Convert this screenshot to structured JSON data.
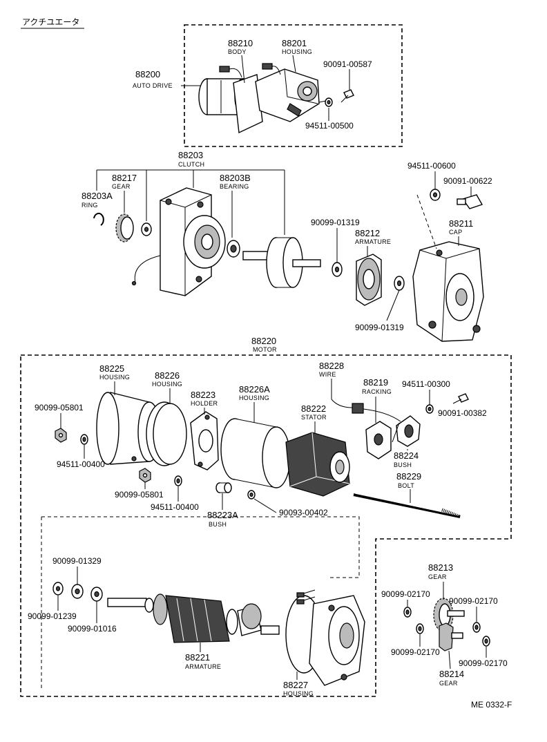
{
  "title": "アクチユエータ",
  "figure_code": "ME 0332-F",
  "labels": {
    "p88200": {
      "num": "88200",
      "name": "AUTO DRIVE"
    },
    "p88210": {
      "num": "88210",
      "name": "BODY"
    },
    "p88201": {
      "num": "88201",
      "name": "HOUSING"
    },
    "p90091_00587": {
      "num": "90091-00587"
    },
    "p94511_00500": {
      "num": "94511-00500"
    },
    "p88203": {
      "num": "88203",
      "name": "CLUTCH"
    },
    "p88217": {
      "num": "88217",
      "name": "GEAR"
    },
    "p88203A": {
      "num": "88203A",
      "name": "RING"
    },
    "p88203B": {
      "num": "88203B",
      "name": "BEARING"
    },
    "p94511_00600": {
      "num": "94511-00600"
    },
    "p90091_00622": {
      "num": "90091-00622"
    },
    "p90099_01319a": {
      "num": "90099-01319"
    },
    "p88212": {
      "num": "88212",
      "name": "ARMATURE"
    },
    "p88211": {
      "num": "88211",
      "name": "CAP"
    },
    "p90099_01319b": {
      "num": "90099-01319"
    },
    "p88220": {
      "num": "88220",
      "name": "MOTOR"
    },
    "p88225": {
      "num": "88225",
      "name": "HOUSING"
    },
    "p88226": {
      "num": "88226",
      "name": "HOUSING"
    },
    "p88228": {
      "num": "88228",
      "name": "WIRE"
    },
    "p88219": {
      "num": "88219",
      "name": "RACKING"
    },
    "p94511_00300": {
      "num": "94511-00300"
    },
    "p88223": {
      "num": "88223",
      "name": "HOLDER"
    },
    "p88226A": {
      "num": "88226A",
      "name": "HOUSING"
    },
    "p88222": {
      "num": "88222",
      "name": "STATOR"
    },
    "p90099_05801a": {
      "num": "90099-05801"
    },
    "p90091_00382": {
      "num": "90091-00382"
    },
    "p94511_00400a": {
      "num": "94511-00400"
    },
    "p88224": {
      "num": "88224",
      "name": "BUSH"
    },
    "p88229": {
      "num": "88229",
      "name": "BOLT"
    },
    "p90099_05801b": {
      "num": "90099-05801"
    },
    "p94511_00400b": {
      "num": "94511-00400"
    },
    "p88223A": {
      "num": "88223A",
      "name": "BUSH"
    },
    "p90093_00402": {
      "num": "90093-00402"
    },
    "p90099_01329": {
      "num": "90099-01329"
    },
    "p90099_01239": {
      "num": "90099-01239"
    },
    "p90099_01016": {
      "num": "90099-01016"
    },
    "p88221": {
      "num": "88221",
      "name": "ARMATURE"
    },
    "p88227": {
      "num": "88227",
      "name": "HOUSING"
    },
    "p88213": {
      "num": "88213",
      "name": "GEAR"
    },
    "p90099_02170a": {
      "num": "90099-02170"
    },
    "p90099_02170b": {
      "num": "90099-02170"
    },
    "p90099_02170c": {
      "num": "90099-02170"
    },
    "p90099_02170d": {
      "num": "90099-02170"
    },
    "p88214": {
      "num": "88214",
      "name": "GEAR"
    }
  }
}
